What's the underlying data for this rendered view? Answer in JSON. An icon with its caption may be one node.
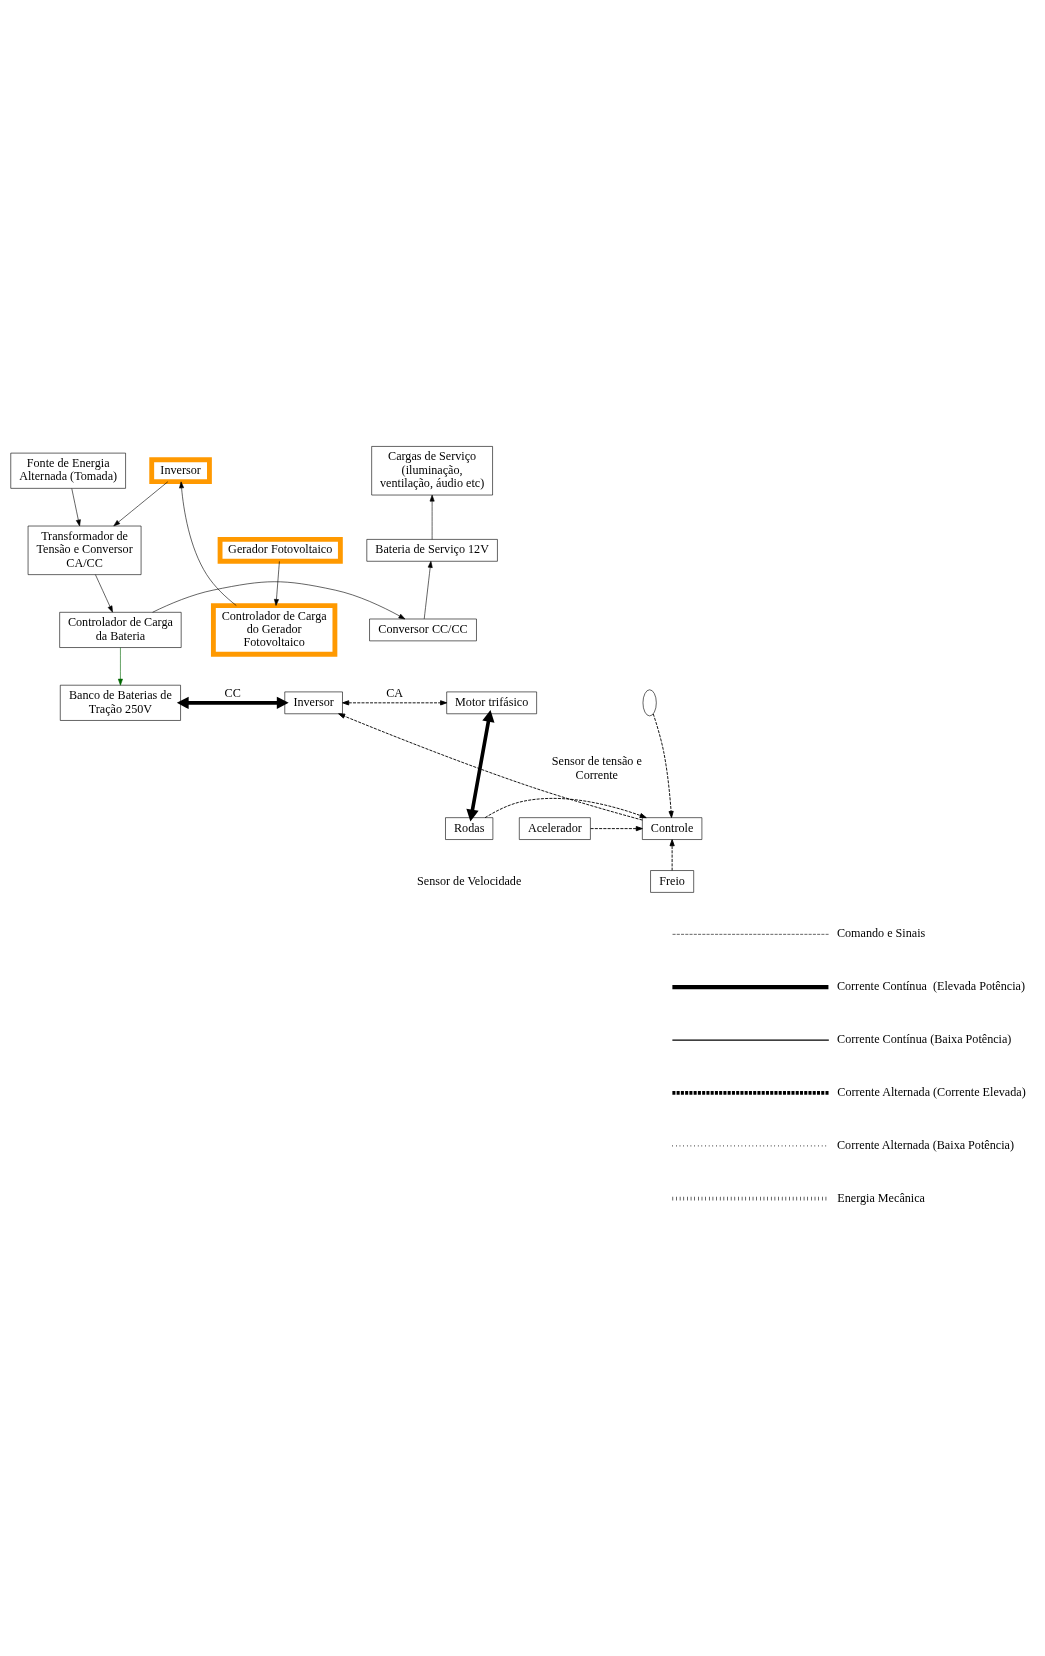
{
  "diagram": {
    "nodes": [
      {
        "text": [
          "Fonte de Energia Alternada (Tomada)"
        ]
      },
      {
        "text": [
          "Inversor"
        ]
      },
      {
        "text": [
          "Cargas de Serviço (iluminação, ventilação, áudio etc)"
        ]
      },
      {
        "text": [
          "Gerador Fotovoltaico"
        ]
      },
      {
        "text": [
          "Transformador de Tensão e Conversor CA/CC"
        ]
      },
      {
        "text": [
          "Bateria de Serviço 12V"
        ]
      },
      {
        "text": [
          "Controlador de Carga do Gerador Fotovoltaico"
        ]
      },
      {
        "text": [
          "Controlador de Carga da Bateria"
        ]
      },
      {
        "text": [
          "Conversor CC/CC"
        ]
      },
      {
        "text": [
          "Banco de Baterias de Tração 250V"
        ]
      },
      {
        "text": [
          "Inversor"
        ]
      },
      {
        "text": [],
        "shape": "ellipse"
      },
      {
        "text": [
          "Motor trifásico"
        ]
      },
      {
        "text": [
          "Acelerador"
        ]
      },
      {
        "text": [
          "Controle"
        ]
      },
      {
        "text": [
          "Rodas"
        ]
      },
      {
        "text": [
          "Freio"
        ]
      }
    ],
    "edges": [
      {
        "from": 0,
        "to": 4,
        "arrow": "to"
      },
      {
        "from": 1,
        "to": 4,
        "arrow": "to"
      },
      {
        "from": 6,
        "to": 1,
        "arrow": "to"
      },
      {
        "from": 3,
        "to": 6,
        "arrow": "to"
      },
      {
        "from": 5,
        "to": 2,
        "arrow": "to"
      },
      {
        "from": 4,
        "to": 7,
        "arrow": "to"
      },
      {
        "from": 8,
        "to": 5,
        "arrow": "to"
      },
      {
        "from": 7,
        "to": 9,
        "arrow": "to",
        "color": "#006600"
      },
      {
        "from": 7,
        "to": 8,
        "arrow": "to"
      },
      {
        "from": 9,
        "to": 10,
        "arrow": "both",
        "label": "CC",
        "style": "thick"
      },
      {
        "from": 10,
        "to": 12,
        "arrow": "both",
        "label": "CA",
        "style": "dashed"
      },
      {
        "from": 12,
        "to": 15,
        "arrow": "both",
        "style": "thick"
      },
      {
        "from": 14,
        "to": 10,
        "arrow": "to",
        "style": "dashed"
      },
      {
        "from": 11,
        "to": 14,
        "arrow": "to",
        "style": "dashed"
      },
      {
        "from": 13,
        "to": 14,
        "arrow": "to",
        "style": "dashed"
      },
      {
        "from": 15,
        "to": 14,
        "arrow": "to",
        "style": "dashed"
      },
      {
        "from": 16,
        "to": 14,
        "arrow": "to",
        "style": "dashed"
      }
    ],
    "labels": [
      "Sensor de tensão e Corrente",
      "Sensor de Velocidade"
    ],
    "legend": [
      {
        "text": "Comando e Sinais"
      },
      {
        "text": "Corrente Contínua  (Elevada Potência)"
      },
      {
        "text": "Corrente Contínua (Baixa Potência)"
      },
      {
        "text": "Corrente Alternada (Corrente Elevada)"
      },
      {
        "text": "Corrente Alternada (Baixa Potência)"
      },
      {
        "text": "Energia Mecânica"
      }
    ]
  }
}
